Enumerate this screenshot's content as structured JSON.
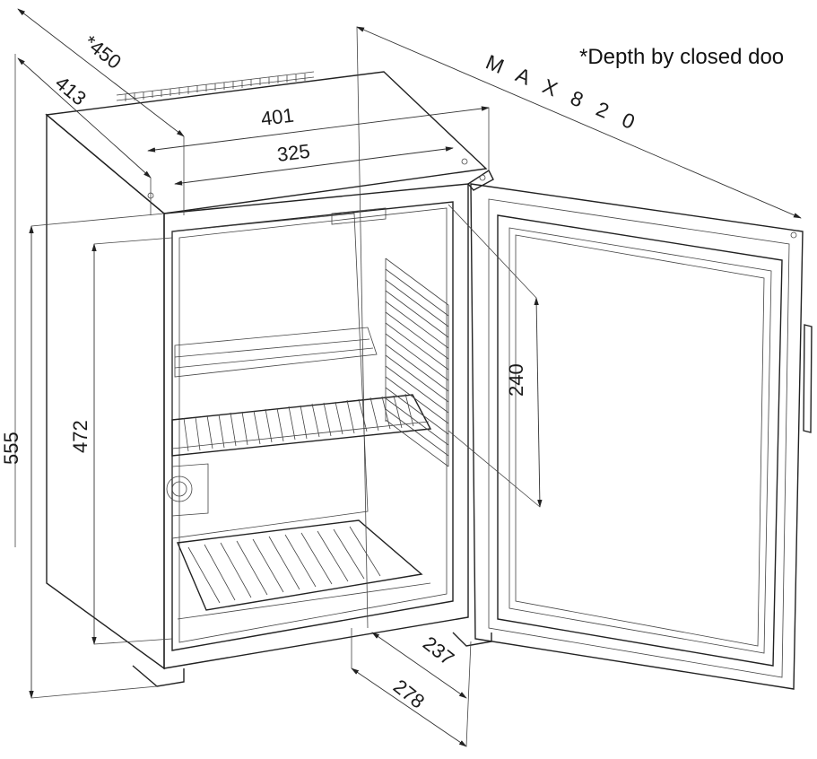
{
  "note": {
    "text": "*Depth by closed doo"
  },
  "dimensions": {
    "depth_closed": "*450",
    "depth": "413",
    "outer_width": "401",
    "inner_width": "325",
    "max_depth_open": "M A X  8 2 0",
    "total_height": "555",
    "inner_height": "472",
    "upper_section_height": "240",
    "door_shelf_depth": "237",
    "door_depth": "278"
  }
}
